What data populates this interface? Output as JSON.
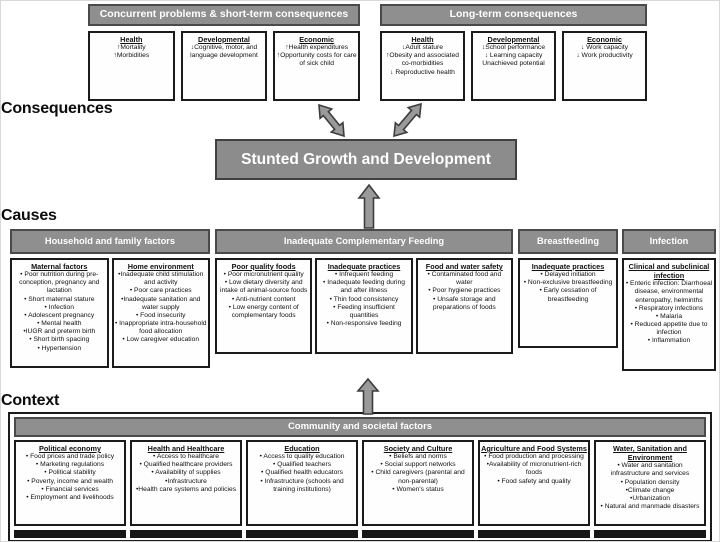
{
  "colors": {
    "header_bg": "#8f8f8f",
    "header_border": "#4a4a4a",
    "box_border": "#1b1b1b",
    "arrow_fill": "#9a9a9a",
    "arrow_stroke": "#3d3d3d",
    "center_text": "#ffffff"
  },
  "labels": {
    "consequences": "Consequences",
    "causes": "Causes",
    "context": "Context"
  },
  "center_box": "Stunted Growth and Development",
  "consequences": {
    "short_term": {
      "header": "Concurrent problems & short-term consequences",
      "boxes": [
        {
          "title": "Health",
          "items": [
            "↑Mortality",
            "↑Morbidities"
          ]
        },
        {
          "title": "Developmental",
          "items": [
            "↓Cognitive, motor, and language development"
          ]
        },
        {
          "title": "Economic",
          "items": [
            "↑Health expenditures",
            "↑Opportunity costs for care of sick child"
          ]
        }
      ]
    },
    "long_term": {
      "header": "Long-term consequences",
      "boxes": [
        {
          "title": "Health",
          "items": [
            "↓Adult stature",
            "↑Obesity and associated co-morbidities",
            "↓ Reproductive health"
          ]
        },
        {
          "title": "Developmental",
          "items": [
            "↓School performance",
            "↓ Learning capacity",
            "Unachieved potential"
          ]
        },
        {
          "title": "Economic",
          "items": [
            "↓ Work capacity",
            "↓ Work productivity"
          ]
        }
      ]
    }
  },
  "causes": {
    "groups": [
      {
        "header": "Household and family factors",
        "boxes": [
          {
            "title": "Maternal factors",
            "items": [
              "• Poor nutrition during pre-conception, pregnancy and lactation",
              "• Short maternal stature",
              "• Infection",
              "• Adolescent pregnancy",
              "• Mental health",
              "•IUGR and preterm birth",
              "• Short birth spacing",
              "• Hypertension"
            ]
          },
          {
            "title": "Home environment",
            "items": [
              "•Inadequate child stimulation and activity",
              "• Poor care practices",
              "•Inadequate sanitation and water supply",
              "• Food insecurity",
              "• Inappropriate intra-household food allocation",
              "• Low caregiver education"
            ]
          }
        ]
      },
      {
        "header": "Inadequate Complementary Feeding",
        "boxes": [
          {
            "title": "Poor quality foods",
            "items": [
              "• Poor micronutrient quality",
              "• Low dietary diversity and intake of animal-source foods",
              "• Anti-nutrient content",
              "• Low energy content of complementary foods"
            ]
          },
          {
            "title": "Inadequate practices",
            "items": [
              "• Infrequent feeding",
              "• Inadequate feeding during and after illness",
              "• Thin food consistency",
              "• Feeding insufficient quantities",
              "• Non-responsive feeding"
            ]
          },
          {
            "title": "Food and water safety",
            "items": [
              "• Contaminated food and water",
              "• Poor hygiene practices",
              "• Unsafe storage and preparations of foods"
            ]
          }
        ]
      },
      {
        "header": "Breastfeeding",
        "boxes": [
          {
            "title": "Inadequate practices",
            "items": [
              "• Delayed initiation",
              "• Non-exclusive breastfeeding",
              "• Early cessation of breastfeeding"
            ]
          }
        ]
      },
      {
        "header": "Infection",
        "boxes": [
          {
            "title": "Clinical and subclinical infection",
            "items": [
              "• Enteric infection: Diarrhoeal disease, environmental enteropathy, helminths",
              "• Respiratory infections",
              "• Malaria",
              "• Reduced appetite due to infection",
              "• Inflammation"
            ]
          }
        ]
      }
    ]
  },
  "context": {
    "header": "Community and societal factors",
    "boxes": [
      {
        "title": "Political economy",
        "items": [
          "• Food prices and trade policy",
          "• Marketing regulations",
          "• Political stability",
          "• Poverty, income and wealth",
          "• Financial services",
          "• Employment and livelihoods"
        ]
      },
      {
        "title": "Health and Healthcare",
        "items": [
          "• Access to healthcare",
          "• Qualified healthcare providers",
          "• Availability of supplies",
          "•Infrastructure",
          "•Health care systems and policies"
        ]
      },
      {
        "title": "Education",
        "items": [
          "• Access to quality education",
          "• Qualified teachers",
          "• Qualified health educators",
          "• Infrastructure (schools and training institutions)"
        ]
      },
      {
        "title": "Society and Culture",
        "items": [
          "• Beliefs and norms",
          "• Social support networks",
          "• Child caregivers (parental and non-parental)",
          "• Women's status"
        ]
      },
      {
        "title": "Agriculture and Food Systems",
        "items": [
          "• Food production and processing",
          "•Availability of micronutrient-rich foods",
          "• Food safety and quality"
        ]
      },
      {
        "title": "Water, Sanitation and Environment",
        "items": [
          "• Water and sanitation infrastructure and services",
          "• Population density",
          "•Climate change",
          "•Urbanization",
          "• Natural and manmade disasters"
        ]
      }
    ]
  }
}
